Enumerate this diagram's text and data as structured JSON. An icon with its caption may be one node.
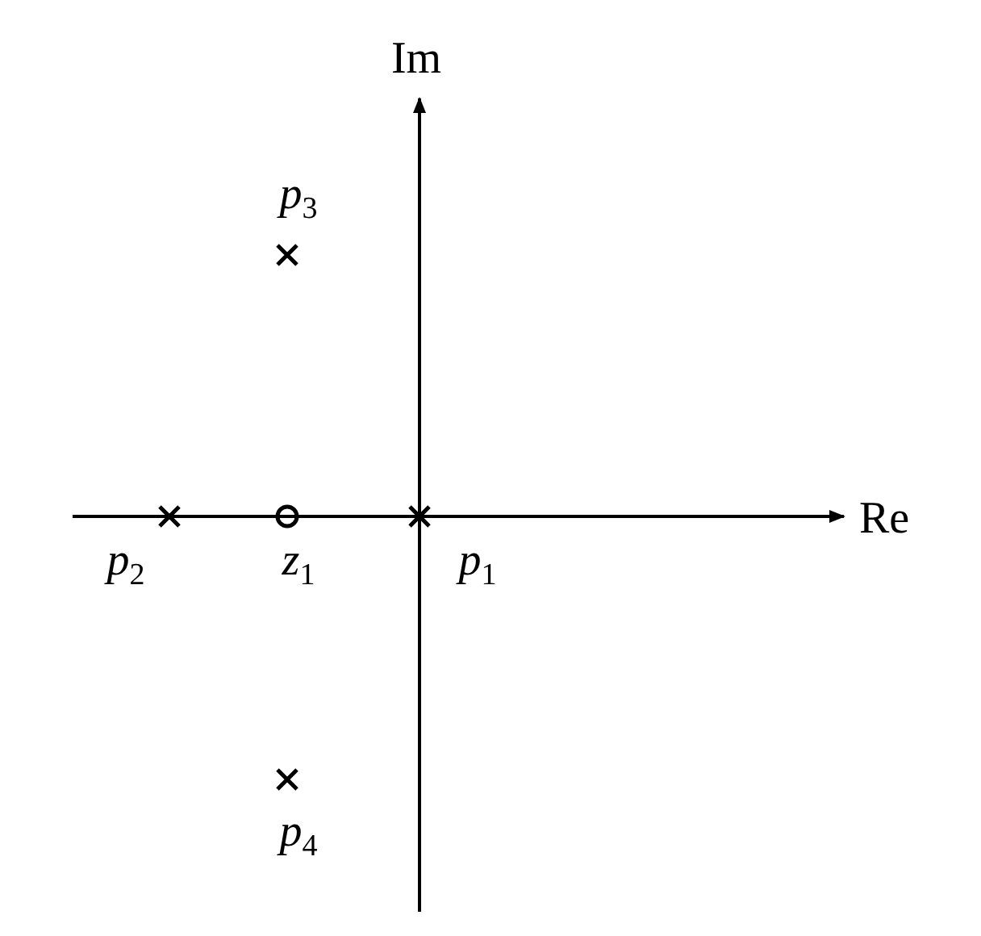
{
  "diagram": {
    "labels": [
      "Im",
      "*p*$_{3}$",
      "Re",
      "*p*$_{2}$",
      "*z*$_{1}$",
      "*p*$_{1}$",
      "*p*$_{4}$"
    ]
  }
}
